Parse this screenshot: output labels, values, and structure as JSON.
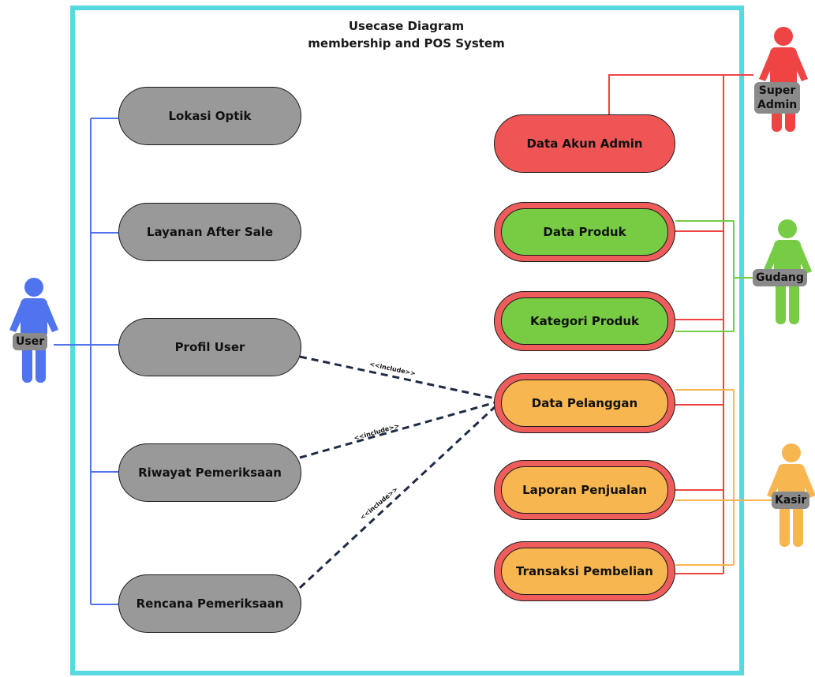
{
  "diagram": {
    "title_line1": "Usecase Diagram",
    "title_line2": "membership and POS System",
    "actors": {
      "user": "User",
      "super_admin_line1": "Super",
      "super_admin_line2": "Admin",
      "gudang": "Gudang",
      "kasir": "Kasir"
    },
    "user_usecases": [
      "Lokasi Optik",
      "Layanan After Sale",
      "Profil User",
      "Riwayat Pemeriksaan",
      "Rencana Pemeriksaan"
    ],
    "admin_usecases": [
      "Data Akun Admin",
      "Data Produk",
      "Kategori Produk",
      "Data Pelanggan",
      "Laporan Penjualan",
      "Transaksi Pembelian"
    ],
    "include_label": "<<include>>",
    "colors": {
      "frame": "#5ad8df",
      "user": "#4f74ee",
      "super_admin": "#ee4444",
      "gudang": "#76cc44",
      "kasir": "#f8b651",
      "gray_usecase": "#999999"
    }
  }
}
